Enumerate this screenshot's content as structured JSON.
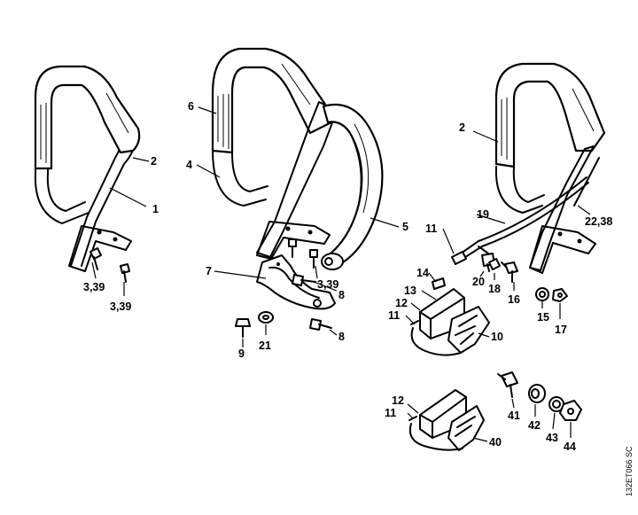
{
  "labels": {
    "l1": "1",
    "l2a": "2",
    "l339a": "3,39",
    "l339b": "3,39",
    "l6": "6",
    "l4": "4",
    "l5": "5",
    "l7": "7",
    "l339c": "3,39",
    "l8a": "8",
    "l8b": "8",
    "l9": "9",
    "l21": "21",
    "l2b": "2",
    "l19": "19",
    "l2238": "22,38",
    "l11a": "11",
    "l14": "14",
    "l13": "13",
    "l12a": "12",
    "l11b": "11",
    "l10": "10",
    "l20": "20",
    "l18": "18",
    "l16": "16",
    "l15": "15",
    "l17": "17",
    "l12b": "12",
    "l11c": "11",
    "l40": "40",
    "l41": "41",
    "l42": "42",
    "l43": "43",
    "l44": "44"
  },
  "drawing_code": "132ET066 SC"
}
